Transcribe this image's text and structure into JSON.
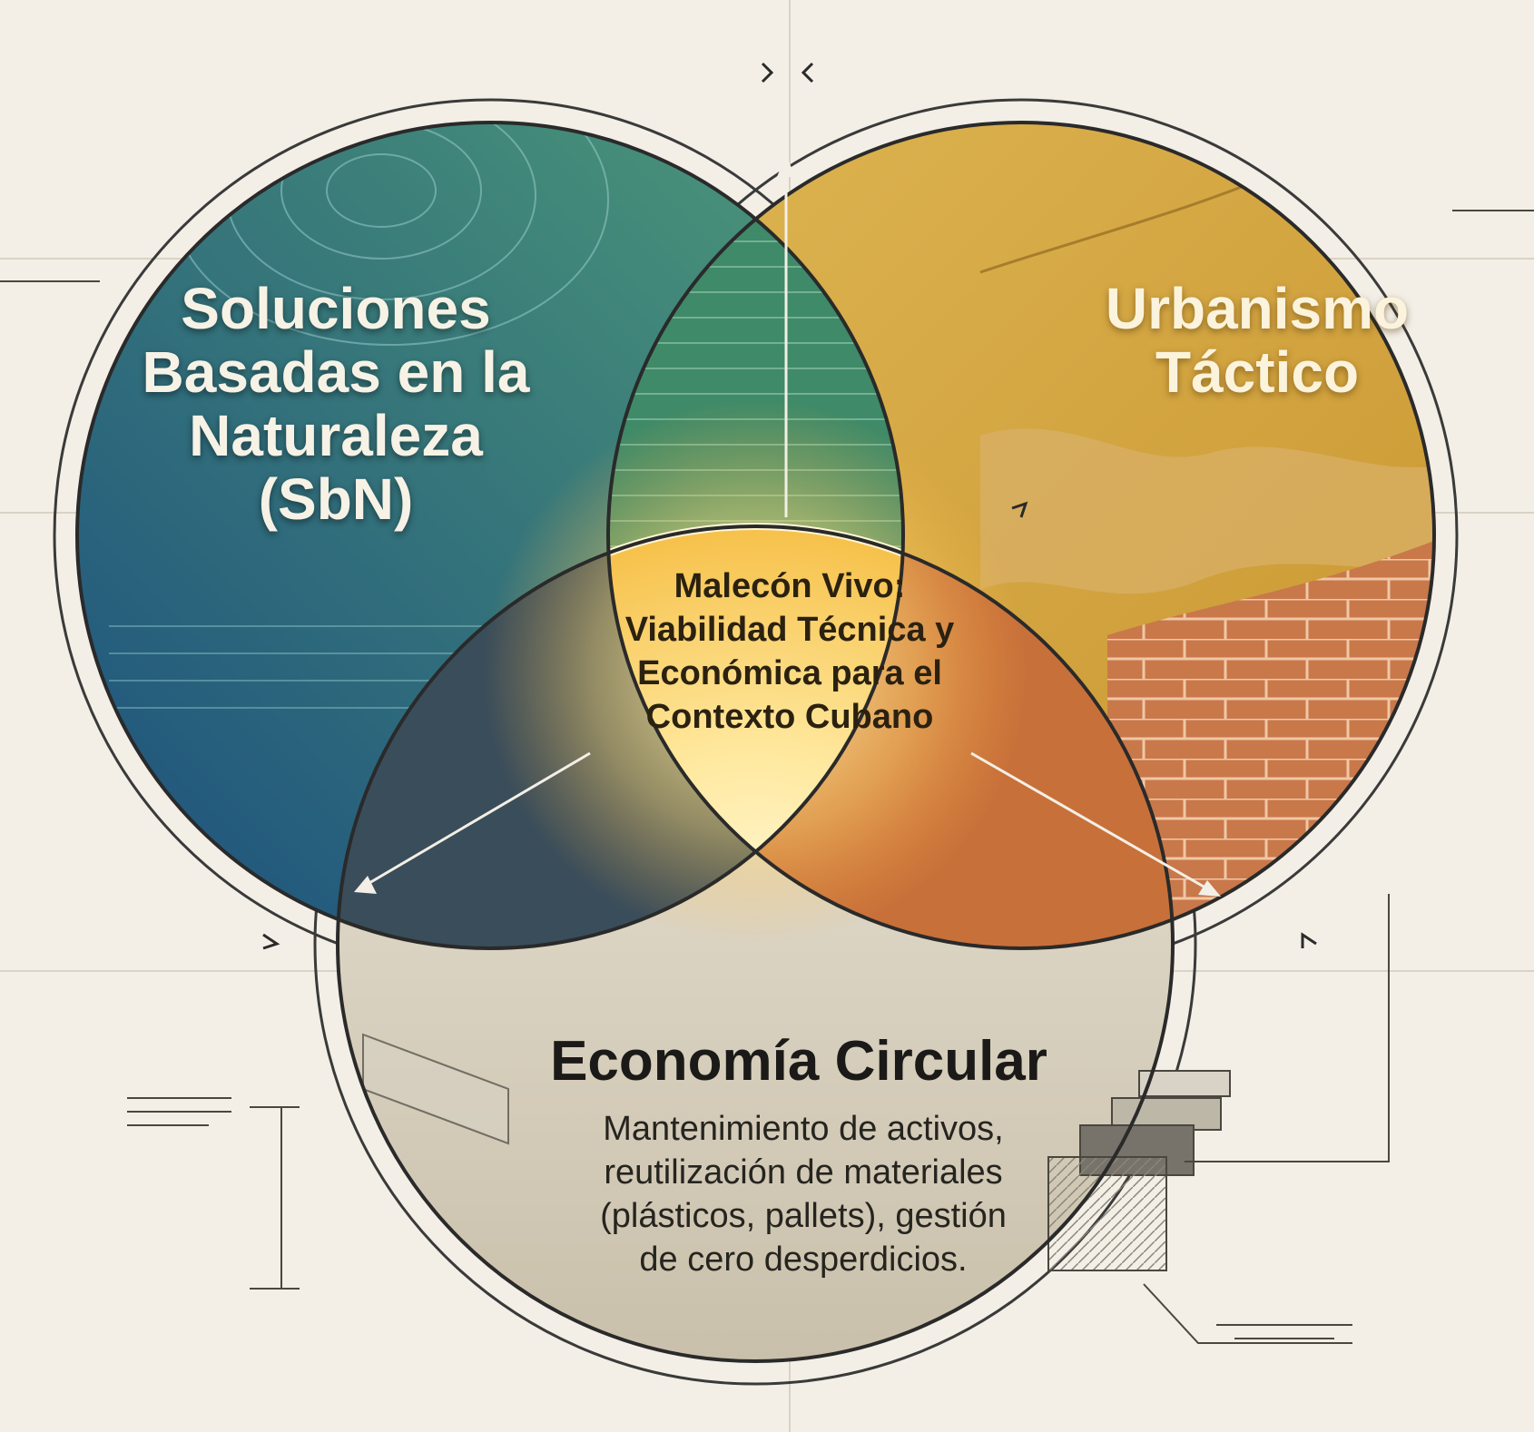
{
  "diagram": {
    "circles": [
      {
        "id": "sbn",
        "title_lines": [
          "Soluciones",
          "Basadas en la",
          "Naturaleza",
          "(SbN)"
        ],
        "color_start": "#1c4f7e",
        "color_end": "#4e9a78"
      },
      {
        "id": "ut",
        "title_lines": [
          "Urbanismo",
          "Táctico"
        ],
        "color_start": "#ddb553",
        "color_end": "#c9952f"
      },
      {
        "id": "ec",
        "title": "Economía Circular",
        "description_lines": [
          "Mantenimiento de activos,",
          "reutilización de materiales",
          "(plásticos, pallets), gestión",
          "de cero desperdicios."
        ],
        "color_start": "#ece6d8",
        "color_end": "#c9c0ab"
      }
    ],
    "center": {
      "lines": [
        "Malecón Vivo:",
        "Viabilidad Técnica y",
        "Económica para el",
        "Contexto Cubano"
      ],
      "glow_color": "#fff3b0"
    },
    "colors": {
      "background": "#f3efe6",
      "sbn_ut_overlap": "#3f8a68",
      "sbn_ec_overlap": "#3a4d5a",
      "ut_ec_overlap": "#c8703a",
      "brick": "#c9784a",
      "outline": "#2a2a2a"
    }
  }
}
